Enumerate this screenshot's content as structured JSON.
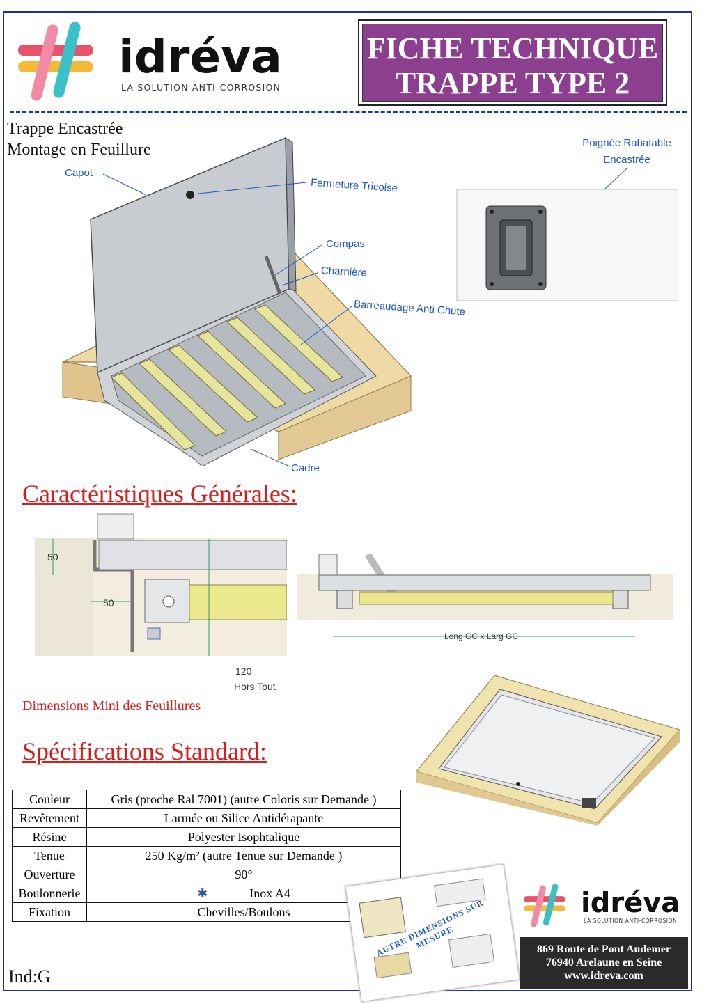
{
  "brand": {
    "name": "idréva",
    "tagline": "LA SOLUTION ANTI-CORROSION",
    "colors": {
      "purple": "#8b3f8e",
      "blue": "#1a2fb8",
      "red": "#d81c1c",
      "callout": "#1a57c8"
    }
  },
  "header": {
    "title_line1": "FICHE TECHNIQUE",
    "title_line2": "TRAPPE TYPE 2"
  },
  "intro": {
    "line1": "Trappe Encastrée",
    "line2": "Montage en Feuillure"
  },
  "callouts": {
    "capot": "Capot",
    "fermeture": "Fermeture Tricoise",
    "compas": "Compas",
    "charniere": "Charnière",
    "barreaudage": "Barreaudage Anti Chute",
    "cadre": "Cadre",
    "poignee_line1": "Poignée Rabatable",
    "poignee_line2": "Encastrée"
  },
  "sections": {
    "caracteristiques": "Caractéristiques Générales:",
    "specifications": "Spécifications Standard:"
  },
  "dimensions": {
    "v50": "50",
    "h50": "50",
    "v120": "120",
    "hors_tout": "Hors Tout",
    "long_larg": "Long GC x Larg GC",
    "caption": "Dimensions Mini des Feuillures"
  },
  "specs": [
    {
      "label": "Couleur",
      "value": "Gris (proche Ral 7001) (autre Coloris sur Demande )"
    },
    {
      "label": "Revêtement",
      "value": "Larmée ou Silice Antidérapante"
    },
    {
      "label": "Résine",
      "value": "Polyester Isophtalique"
    },
    {
      "label": "Tenue",
      "value": "250 Kg/m² (autre Tenue sur Demande )"
    },
    {
      "label": "Ouverture",
      "value": "90°"
    },
    {
      "label": "Boulonnerie",
      "value": "Inox A4"
    },
    {
      "label": "Fixation",
      "value": "Chevilles/Boulons"
    }
  ],
  "stamp": "AUTRE DIMENSIONS SUR MESURE",
  "footer": {
    "index": "Ind:G",
    "address1": "869 Route de Pont Audemer",
    "address2": "76940 Arelaune en Seine",
    "web": "www.idreva.com"
  }
}
